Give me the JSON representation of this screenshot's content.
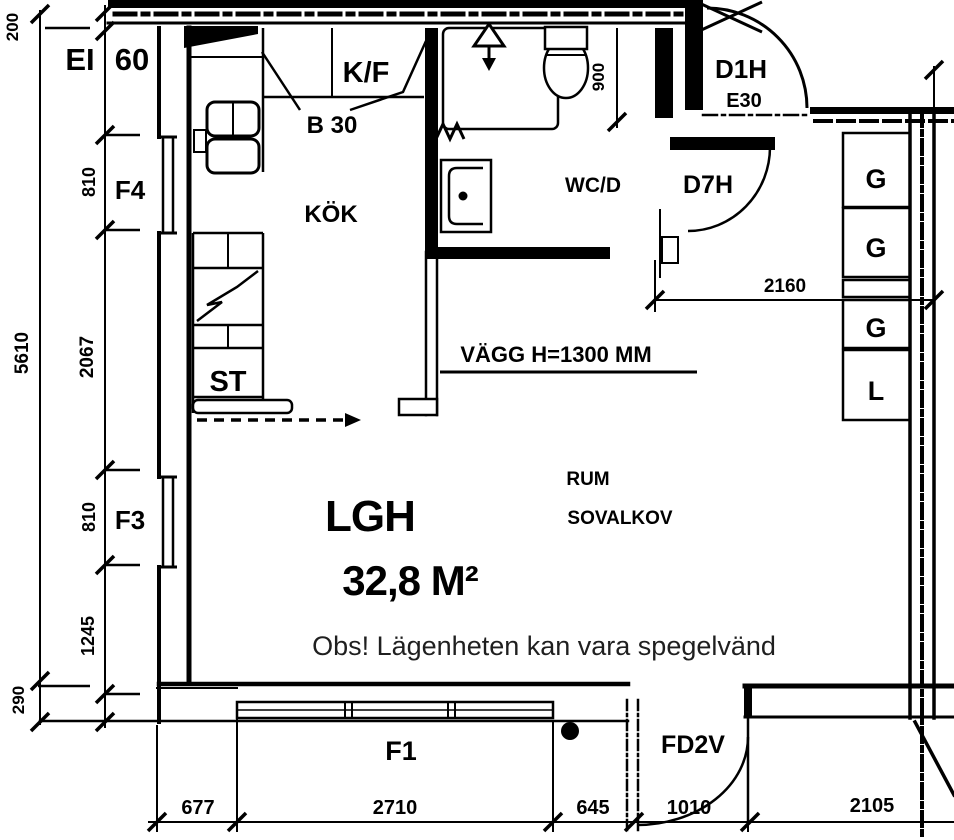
{
  "colors": {
    "ink": "#000000",
    "paper": "#ffffff",
    "note_text": "#1f1f1f"
  },
  "labels": {
    "ei": "EI",
    "sixty": "60",
    "kf": "K/F",
    "b30": "B 30",
    "kok": "KÖK",
    "wcd": "WC/D",
    "d1h": "D1H",
    "e30": "E30",
    "d7h": "D7H",
    "st": "ST",
    "vagg": "VÄGG H=1300 MM",
    "lgh": "LGH",
    "area": "32,8 M²",
    "rum": "RUM",
    "sovalkov": "SOVALKOV",
    "fd2v": "FD2V",
    "f1": "F1",
    "f3": "F3",
    "f4": "F4",
    "note": "Obs! Lägenheten kan vara spegelvänd"
  },
  "closets": [
    "G",
    "G",
    "G",
    "L"
  ],
  "dimensions": {
    "top_left": "200",
    "overall_height": "5610",
    "window_f4": "810",
    "mid_left": "2067",
    "window_f3": "810",
    "lower_left": "1245",
    "bottom_left": "290",
    "shower": "900",
    "hall": "2160",
    "bottom_1": "677",
    "bottom_2": "2710",
    "bottom_3": "645",
    "bottom_4": "1010",
    "bottom_5": "2105"
  }
}
